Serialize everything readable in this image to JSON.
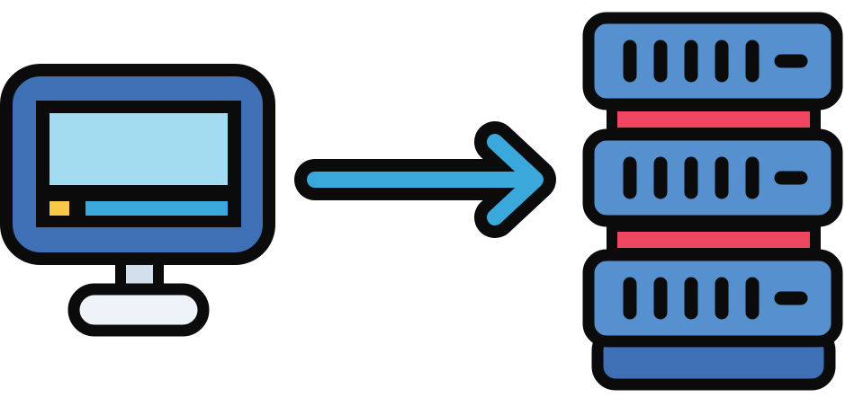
{
  "diagram": {
    "nodes": [
      {
        "id": "computer",
        "icon": "desktop-monitor-icon"
      },
      {
        "id": "server",
        "icon": "server-rack-icon",
        "units": 3
      }
    ],
    "edges": [
      {
        "from": "computer",
        "to": "server",
        "icon": "arrow-right-icon"
      }
    ]
  },
  "colors": {
    "outline": "#0b0b0b",
    "monitor_frame": "#3f6fb5",
    "screen": "#a3dcf0",
    "screen_indicator": "#f8c846",
    "screen_bar": "#3aa8da",
    "stand": "#d3dfec",
    "base": "#eef3fa",
    "arrow": "#3aa8da",
    "server_unit": "#5690cf",
    "server_divider": "#ee4561",
    "server_base": "#3f6fb5"
  }
}
